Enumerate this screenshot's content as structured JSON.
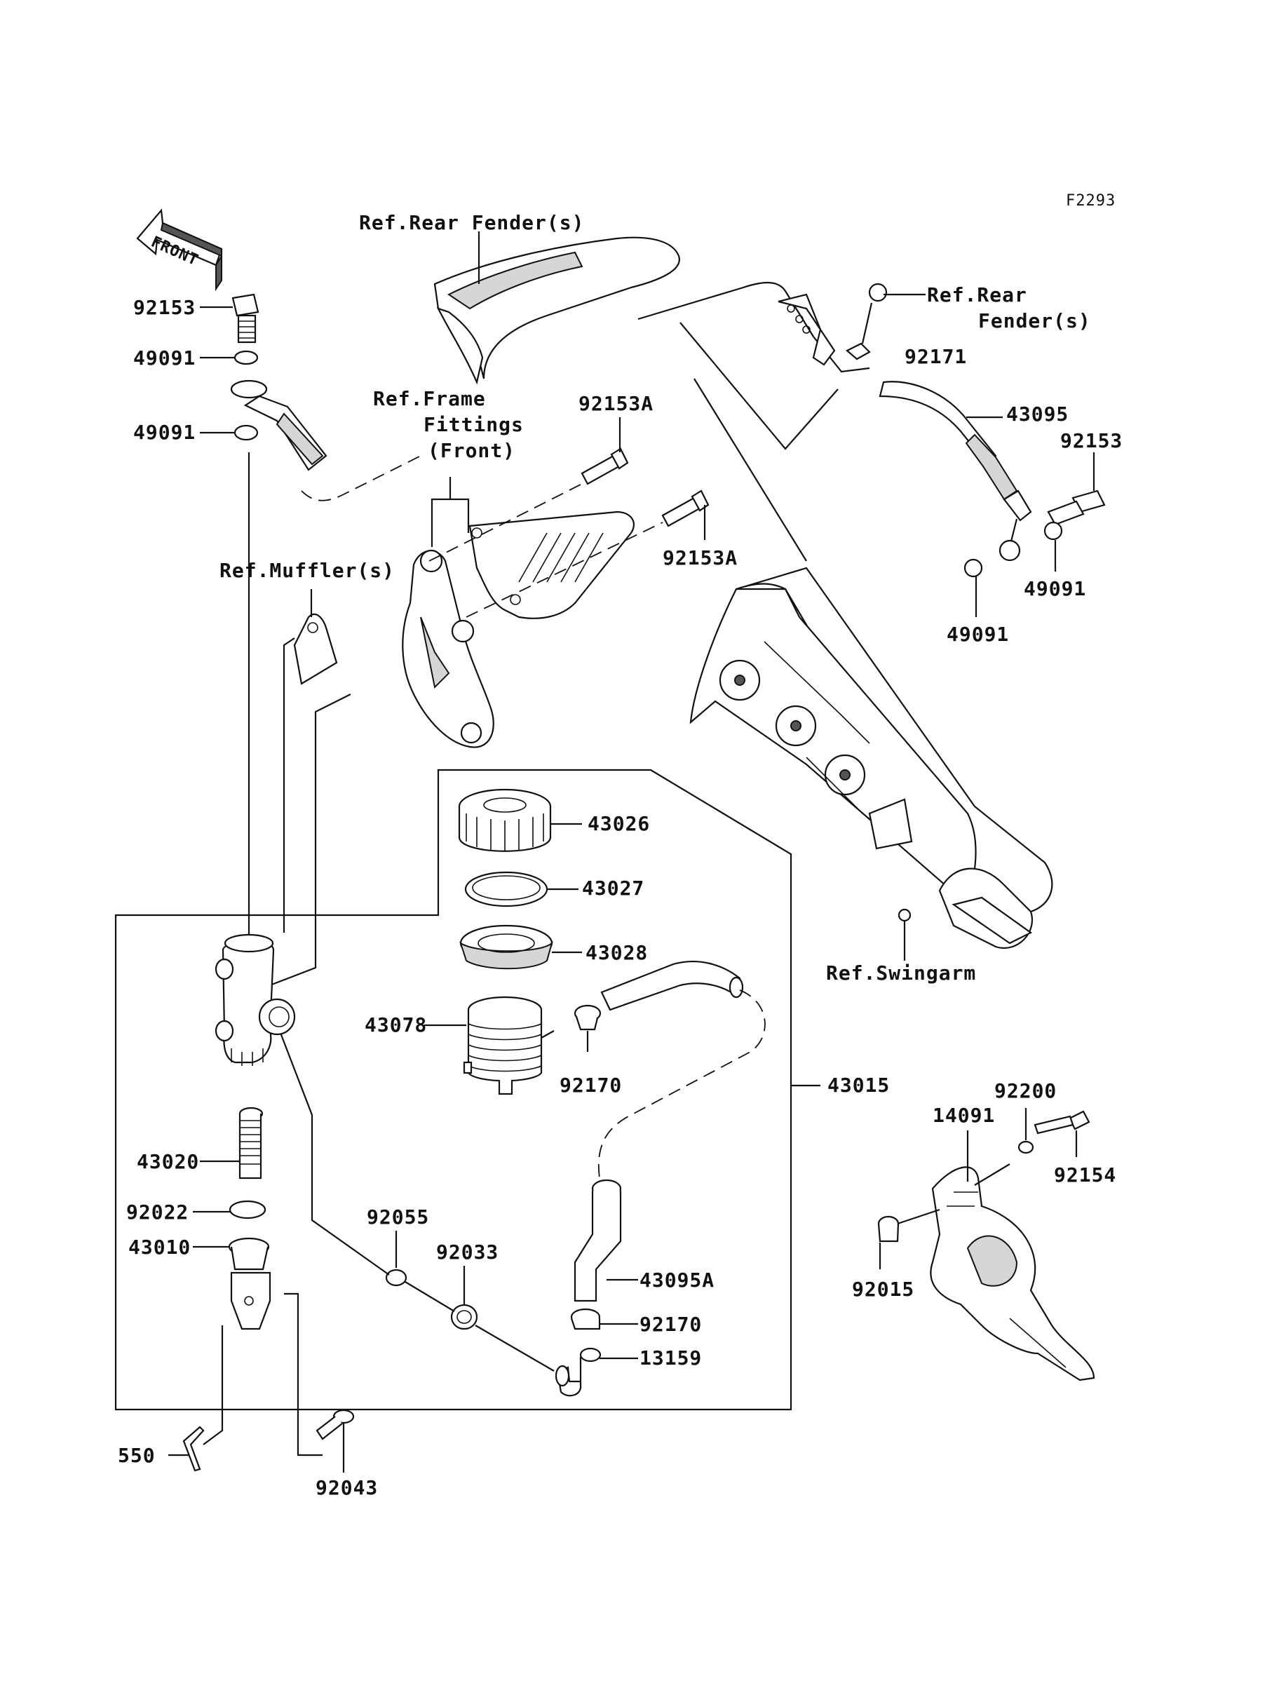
{
  "figure_code": "F2293",
  "front_arrow_label": "FRONT",
  "refs": {
    "rear_fender_top": "Ref.Rear Fender(s)",
    "rear_fender_right_1": "Ref.Rear",
    "rear_fender_right_2": "Fender(s)",
    "frame_fittings_1": "Ref.Frame",
    "frame_fittings_2": "Fittings",
    "frame_fittings_3": "(Front)",
    "muffler": "Ref.Muffler(s)",
    "swingarm": "Ref.Swingarm"
  },
  "parts": {
    "p92153_a": "92153",
    "p49091_a": "49091",
    "p49091_b": "49091",
    "p92153A_a": "92153A",
    "p92153A_b": "92153A",
    "p92171": "92171",
    "p43095": "43095",
    "p92153_b": "92153",
    "p49091_c": "49091",
    "p49091_d": "49091",
    "p43026": "43026",
    "p43027": "43027",
    "p43028": "43028",
    "p43078": "43078",
    "p92170_a": "92170",
    "p43015": "43015",
    "p43020": "43020",
    "p92022": "92022",
    "p43010": "43010",
    "p92055": "92055",
    "p92033": "92033",
    "p43095A": "43095A",
    "p92170_b": "92170",
    "p13159": "13159",
    "p550": "550",
    "p92043": "92043",
    "p14091": "14091",
    "p92200": "92200",
    "p92154": "92154",
    "p92015": "92015"
  }
}
